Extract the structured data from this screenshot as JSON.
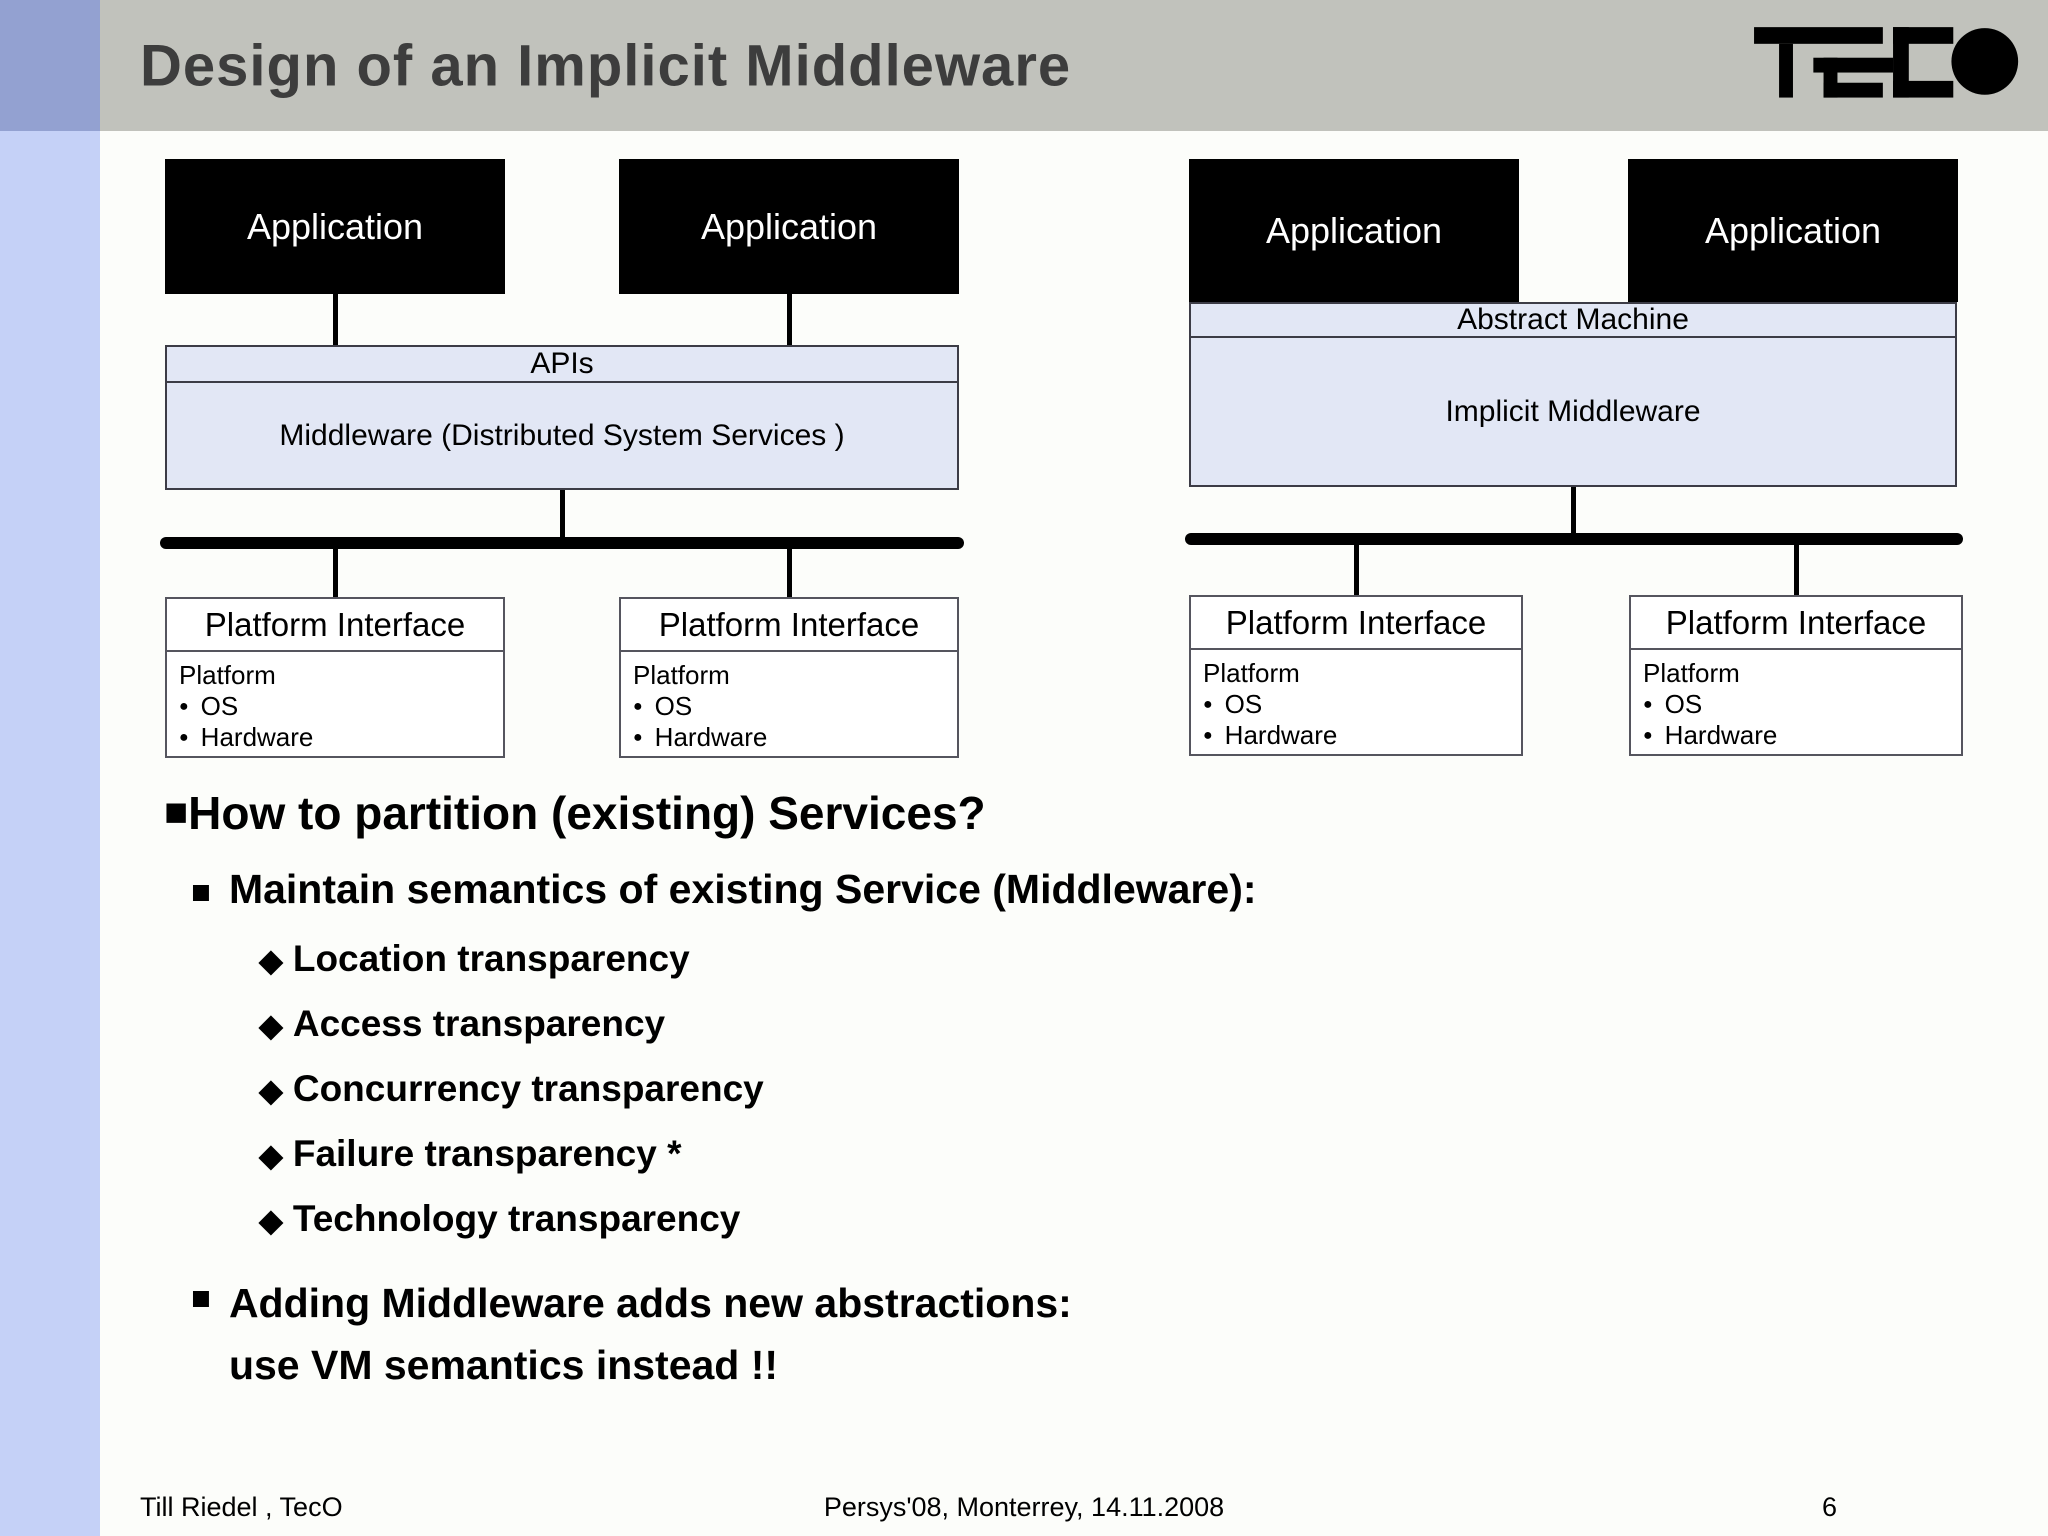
{
  "slide": {
    "title": "Design of an Implicit Middleware",
    "logo_name": "TECO",
    "footer": {
      "author": "Till Riedel , TecO",
      "venue": "Persys'08, Monterrey, 14.11.2008",
      "page_number": "6"
    }
  },
  "icons": {
    "square_bullet": "■",
    "diamond_bullet": "◆",
    "dot_bullet": "●"
  },
  "colors": {
    "header_bg": "#c1c2bc",
    "title_color": "#3d3d3d",
    "sidebar_top": "#93a1d1",
    "sidebar_bottom": "#c5d1f7",
    "slide_bg": "#fcfdfa",
    "box_fill": "#e2e7f5",
    "box_border": "#3c3c46",
    "platform_border": "#55555e",
    "ink": "#000000"
  },
  "diagram": {
    "left": {
      "applications": [
        "Application",
        "Application"
      ],
      "apis_label": "APIs",
      "middleware_label": "Middleware (Distributed System Services )"
    },
    "right": {
      "applications": [
        "Application",
        "Application"
      ],
      "abstract_machine_label": "Abstract Machine",
      "implicit_middleware_label": "Implicit Middleware"
    },
    "platform_boxes": [
      {
        "title": "Platform Interface",
        "subtitle": "Platform",
        "items": [
          "OS",
          "Hardware"
        ]
      },
      {
        "title": "Platform Interface",
        "subtitle": "Platform",
        "items": [
          "OS",
          "Hardware"
        ]
      },
      {
        "title": "Platform Interface",
        "subtitle": "Platform",
        "items": [
          "OS",
          "Hardware"
        ]
      },
      {
        "title": "Platform Interface",
        "subtitle": "Platform",
        "items": [
          "OS",
          "Hardware"
        ]
      }
    ]
  },
  "content": {
    "heading": "How to partition (existing) Services?",
    "sub_heading": "Maintain semantics of existing Service (Middleware):",
    "transparencies": [
      "Location transparency",
      "Access transparency",
      "Concurrency transparency",
      "Failure transparency *",
      "Technology transparency"
    ],
    "closing_line1": "Adding Middleware adds new abstractions:",
    "closing_line2": "use VM semantics instead !!"
  }
}
